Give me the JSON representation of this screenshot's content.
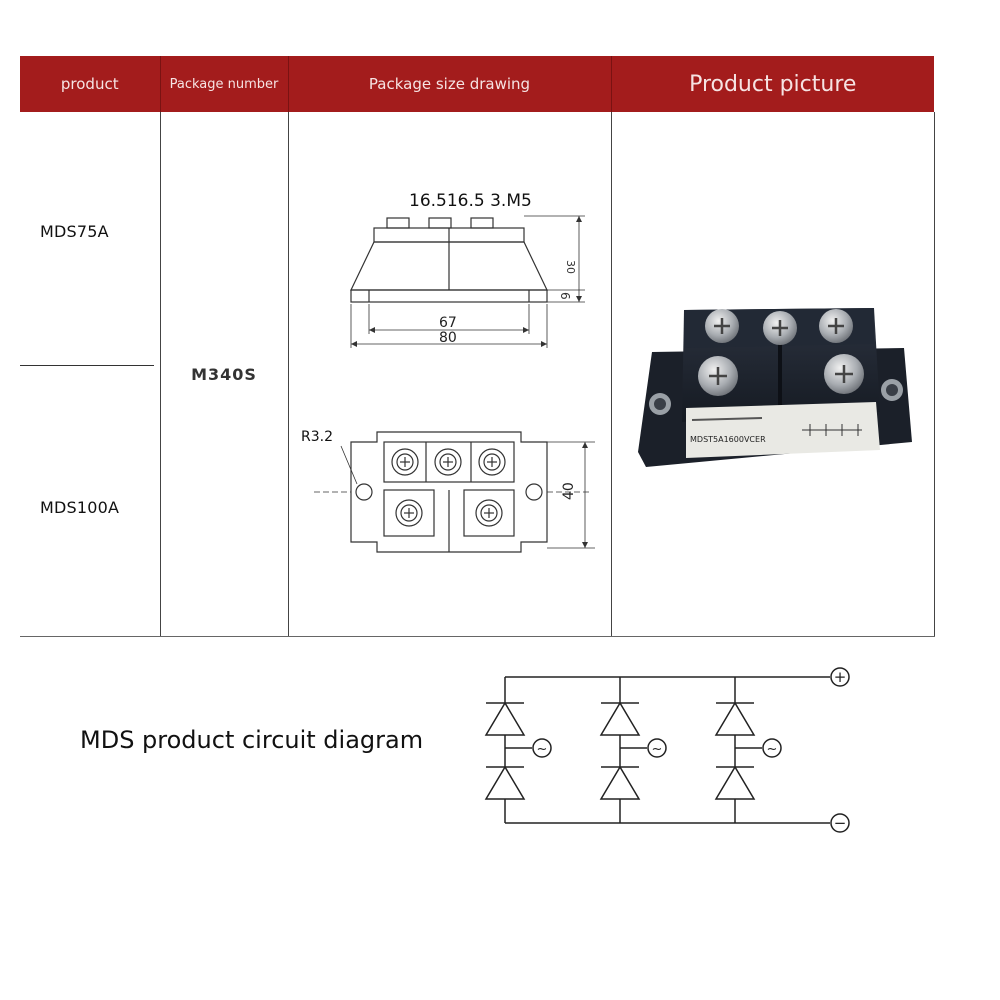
{
  "table": {
    "headers": {
      "product": "product",
      "package_number": "Package number",
      "package_size_drawing": "Package size drawing",
      "product_picture": "Product picture"
    },
    "products": [
      "MDS75A",
      "MDS100A"
    ],
    "package_number_value": "M340S"
  },
  "drawing": {
    "top_label": "16.516.5 3.M5",
    "height_dim": "30",
    "small_dim": "6",
    "dim_67": "67",
    "dim_80": "80",
    "radius_label": "R3.2",
    "dim_40": "40"
  },
  "picture": {
    "module_label": "MDST5A1600VCER"
  },
  "circuit": {
    "label": "MDS product circuit diagram",
    "plus_symbol": "+",
    "minus_symbol": "−",
    "ac_symbol": "~"
  },
  "colors": {
    "header_bg": "#a31c1c",
    "header_text": "#f6e3e3"
  }
}
